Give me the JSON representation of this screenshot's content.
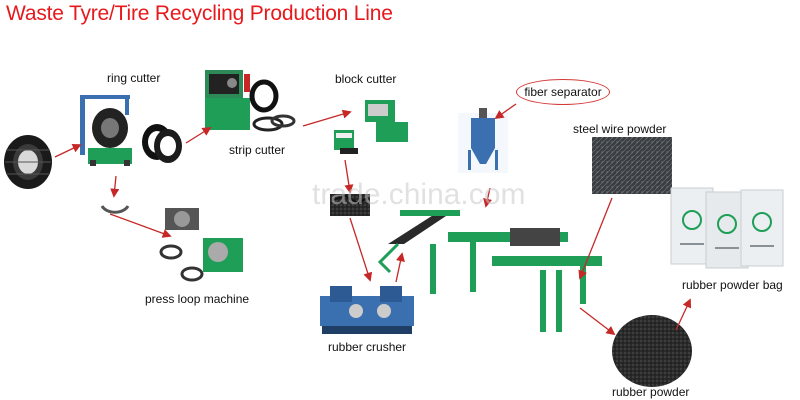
{
  "title": "Waste Tyre/Tire Recycling Production Line",
  "labels": {
    "ring_cutter": "ring cutter",
    "strip_cutter": "strip cutter",
    "block_cutter": "block cutter",
    "fiber_separator": "fiber separator",
    "steel_wire_powder": "steel wire powder",
    "press_loop_machine": "press loop machine",
    "rubber_crusher": "rubber crusher",
    "rubber_powder_bag": "rubber powder bag",
    "rubber_powder": "rubber powder"
  },
  "watermark": "trade.china.com",
  "colors": {
    "title": "#e8191c",
    "arrow": "#c62828",
    "machine_green": "#1f9e57",
    "frame_blue": "#3a6fb0"
  }
}
